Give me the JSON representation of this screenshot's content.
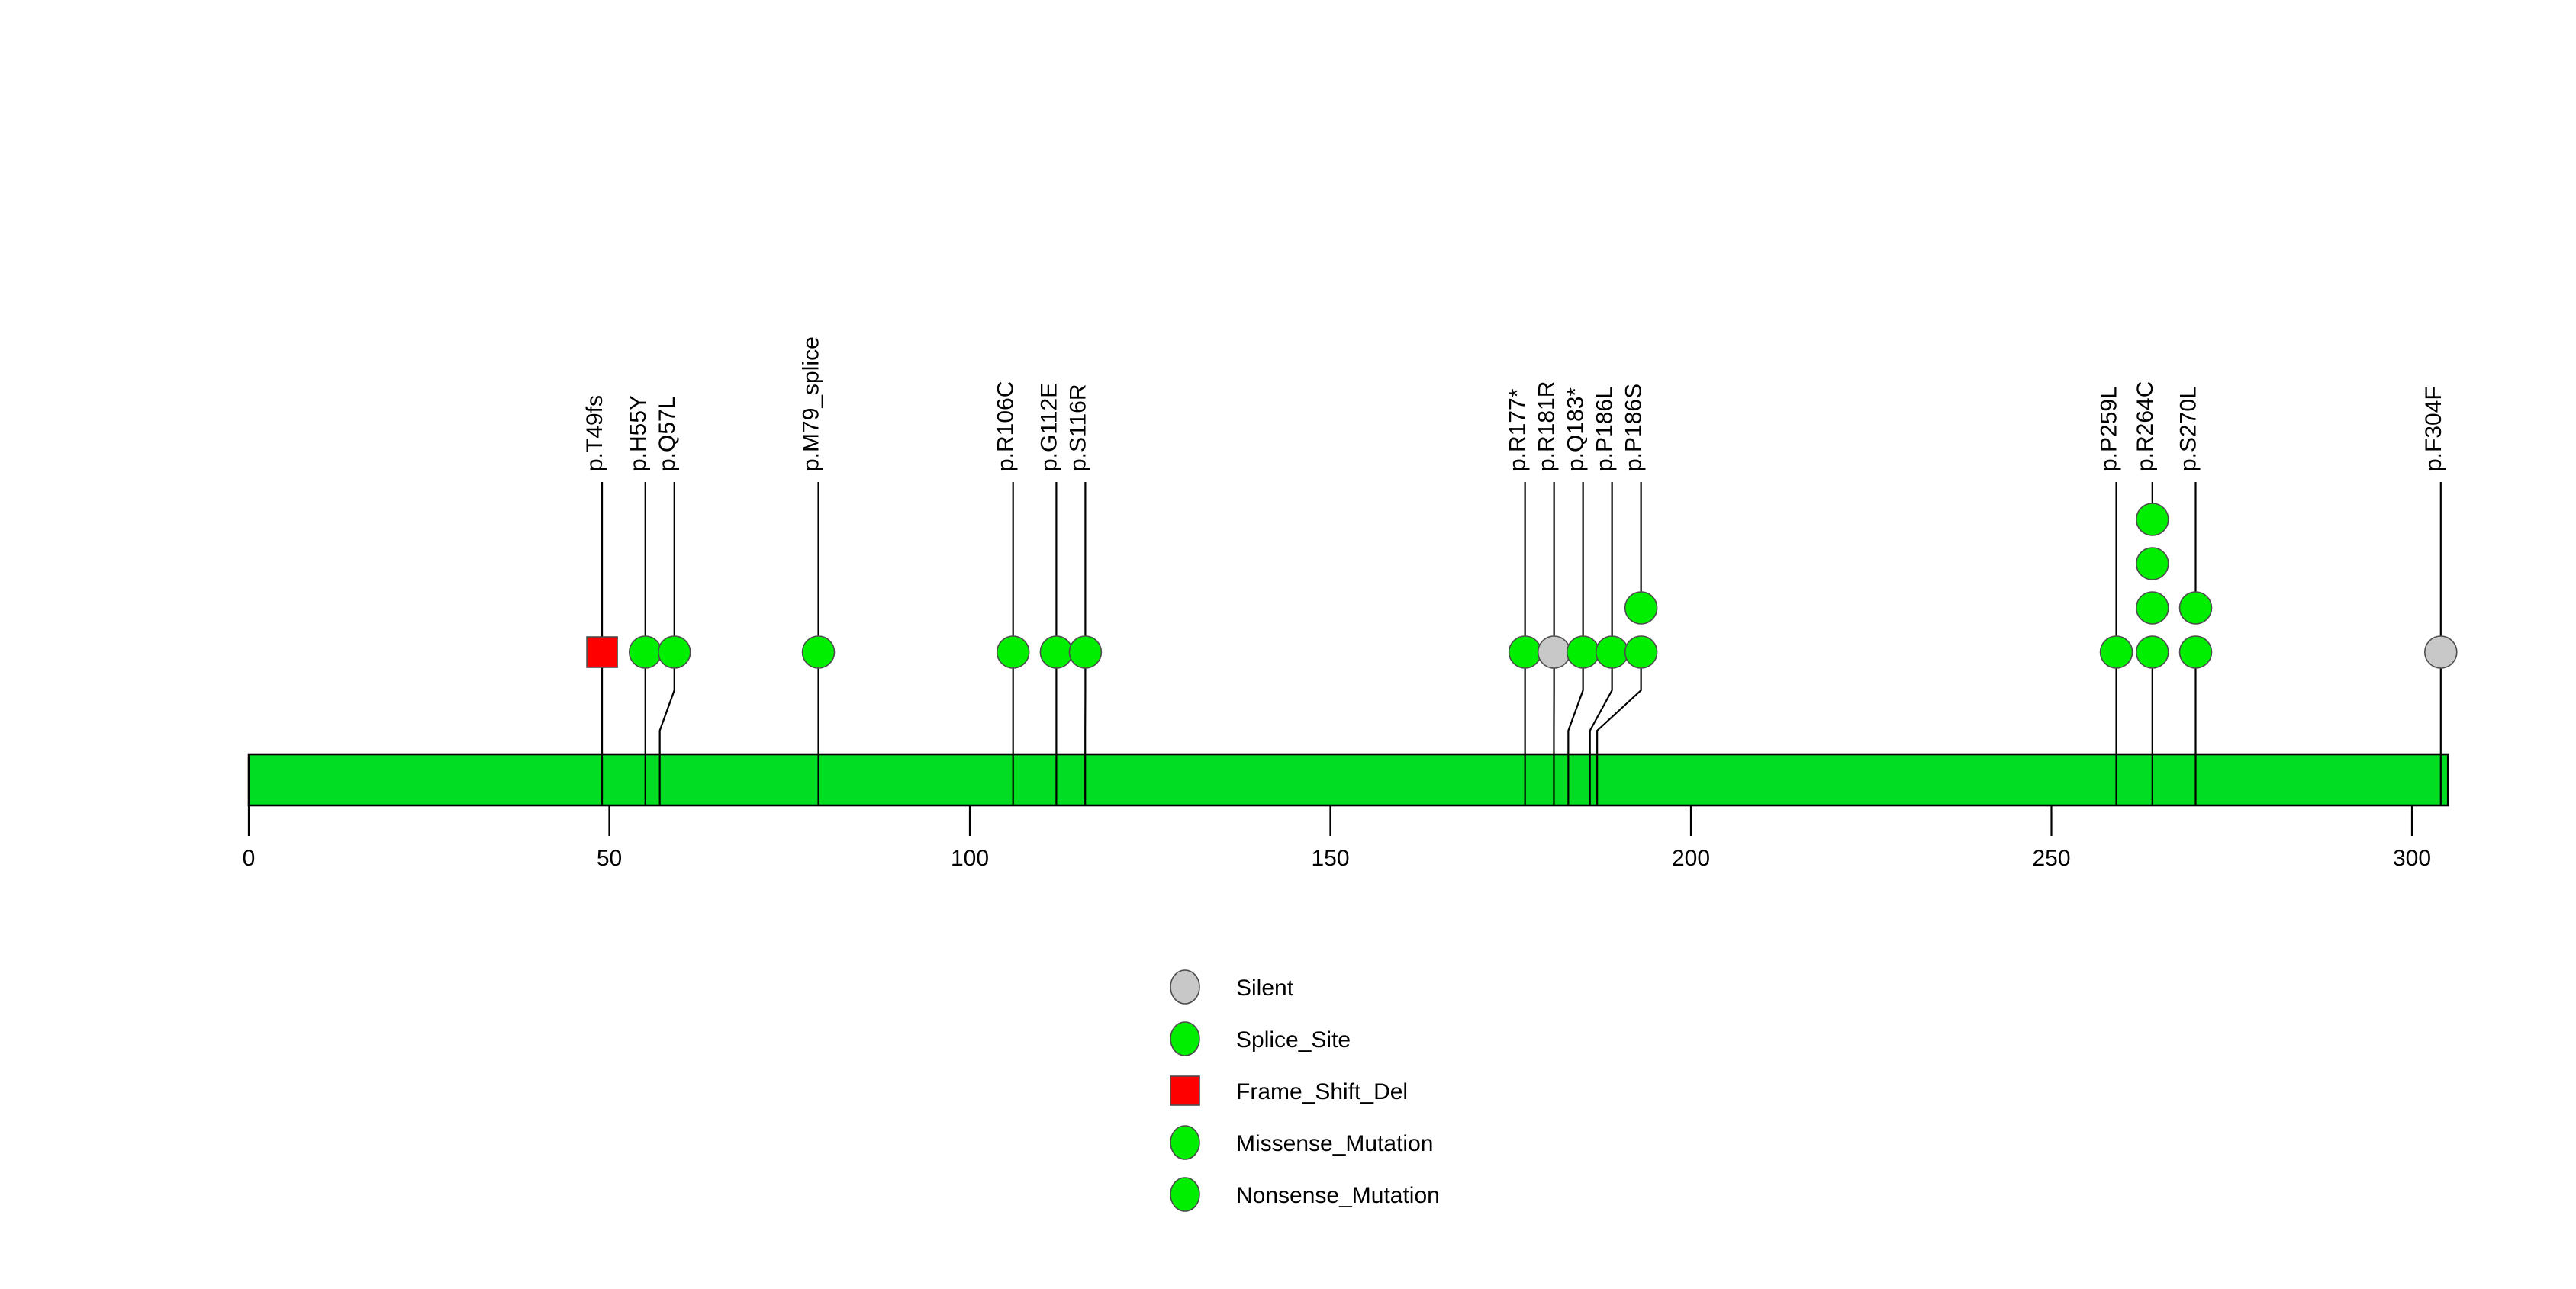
{
  "chart_data": {
    "type": "lollipop",
    "title": "",
    "xlabel": "",
    "ylabel": "",
    "xlim": [
      0,
      305
    ],
    "x_ticks": [
      0,
      50,
      100,
      150,
      200,
      250,
      300
    ],
    "x_tick_labels": [
      "0",
      "50",
      "100",
      "150",
      "200",
      "250",
      "300"
    ],
    "grid": false,
    "protein_length": 305,
    "protein_bar_color": "#00dd22",
    "mutations": [
      {
        "label": "p.T49fs",
        "position": 49,
        "count": 1,
        "type": "Frame_Shift_Del",
        "shape": "square",
        "color": "#ff0000"
      },
      {
        "label": "p.H55Y",
        "position": 55,
        "count": 1,
        "type": "Missense_Mutation",
        "shape": "circle",
        "color": "#00ee00"
      },
      {
        "label": "p.Q57L",
        "position": 57,
        "count": 1,
        "type": "Missense_Mutation",
        "shape": "circle",
        "color": "#00ee00"
      },
      {
        "label": "p.M79_splice",
        "position": 79,
        "count": 1,
        "type": "Splice_Site",
        "shape": "circle",
        "color": "#00ee00"
      },
      {
        "label": "p.R106C",
        "position": 106,
        "count": 1,
        "type": "Missense_Mutation",
        "shape": "circle",
        "color": "#00ee00"
      },
      {
        "label": "p.G112E",
        "position": 112,
        "count": 1,
        "type": "Missense_Mutation",
        "shape": "circle",
        "color": "#00ee00"
      },
      {
        "label": "p.S116R",
        "position": 116,
        "count": 1,
        "type": "Missense_Mutation",
        "shape": "circle",
        "color": "#00ee00"
      },
      {
        "label": "p.R177*",
        "position": 177,
        "count": 1,
        "type": "Nonsense_Mutation",
        "shape": "circle",
        "color": "#00ee00"
      },
      {
        "label": "p.R181R",
        "position": 181,
        "count": 1,
        "type": "Silent",
        "shape": "circle",
        "color": "#c8c8c8"
      },
      {
        "label": "p.Q183*",
        "position": 183,
        "count": 1,
        "type": "Nonsense_Mutation",
        "shape": "circle",
        "color": "#00ee00"
      },
      {
        "label": "p.P186L",
        "position": 186,
        "count": 1,
        "type": "Missense_Mutation",
        "shape": "circle",
        "color": "#00ee00"
      },
      {
        "label": "p.P186S",
        "position": 187,
        "count": 2,
        "type": "Missense_Mutation",
        "shape": "circle",
        "color": "#00ee00"
      },
      {
        "label": "p.P259L",
        "position": 259,
        "count": 1,
        "type": "Missense_Mutation",
        "shape": "circle",
        "color": "#00ee00"
      },
      {
        "label": "p.R264C",
        "position": 264,
        "count": 4,
        "type": "Missense_Mutation",
        "shape": "circle",
        "color": "#00ee00"
      },
      {
        "label": "p.S270L",
        "position": 270,
        "count": 2,
        "type": "Missense_Mutation",
        "shape": "circle",
        "color": "#00ee00"
      },
      {
        "label": "p.F304F",
        "position": 304,
        "count": 1,
        "type": "Silent",
        "shape": "circle",
        "color": "#c8c8c8"
      }
    ],
    "legend": {
      "position": "bottom-center",
      "entries": [
        {
          "label": "Silent",
          "shape": "circle",
          "color": "#c8c8c8"
        },
        {
          "label": "Splice_Site",
          "shape": "circle",
          "color": "#00ee00"
        },
        {
          "label": "Frame_Shift_Del",
          "shape": "square",
          "color": "#ff0000"
        },
        {
          "label": "Missense_Mutation",
          "shape": "circle",
          "color": "#00ee00"
        },
        {
          "label": "Nonsense_Mutation",
          "shape": "circle",
          "color": "#00ee00"
        }
      ]
    }
  }
}
